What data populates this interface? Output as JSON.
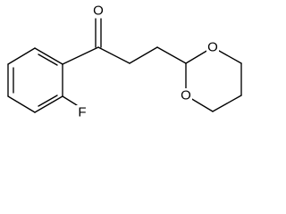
{
  "molecule": {
    "atoms": {
      "carbonyl_oxygen": "O",
      "fluorine": "F",
      "ring_oxygen_top": "O",
      "ring_oxygen_bottom": "O"
    },
    "colors": {
      "bond": "#000000",
      "label": "#000000",
      "background": "#ffffff"
    }
  }
}
